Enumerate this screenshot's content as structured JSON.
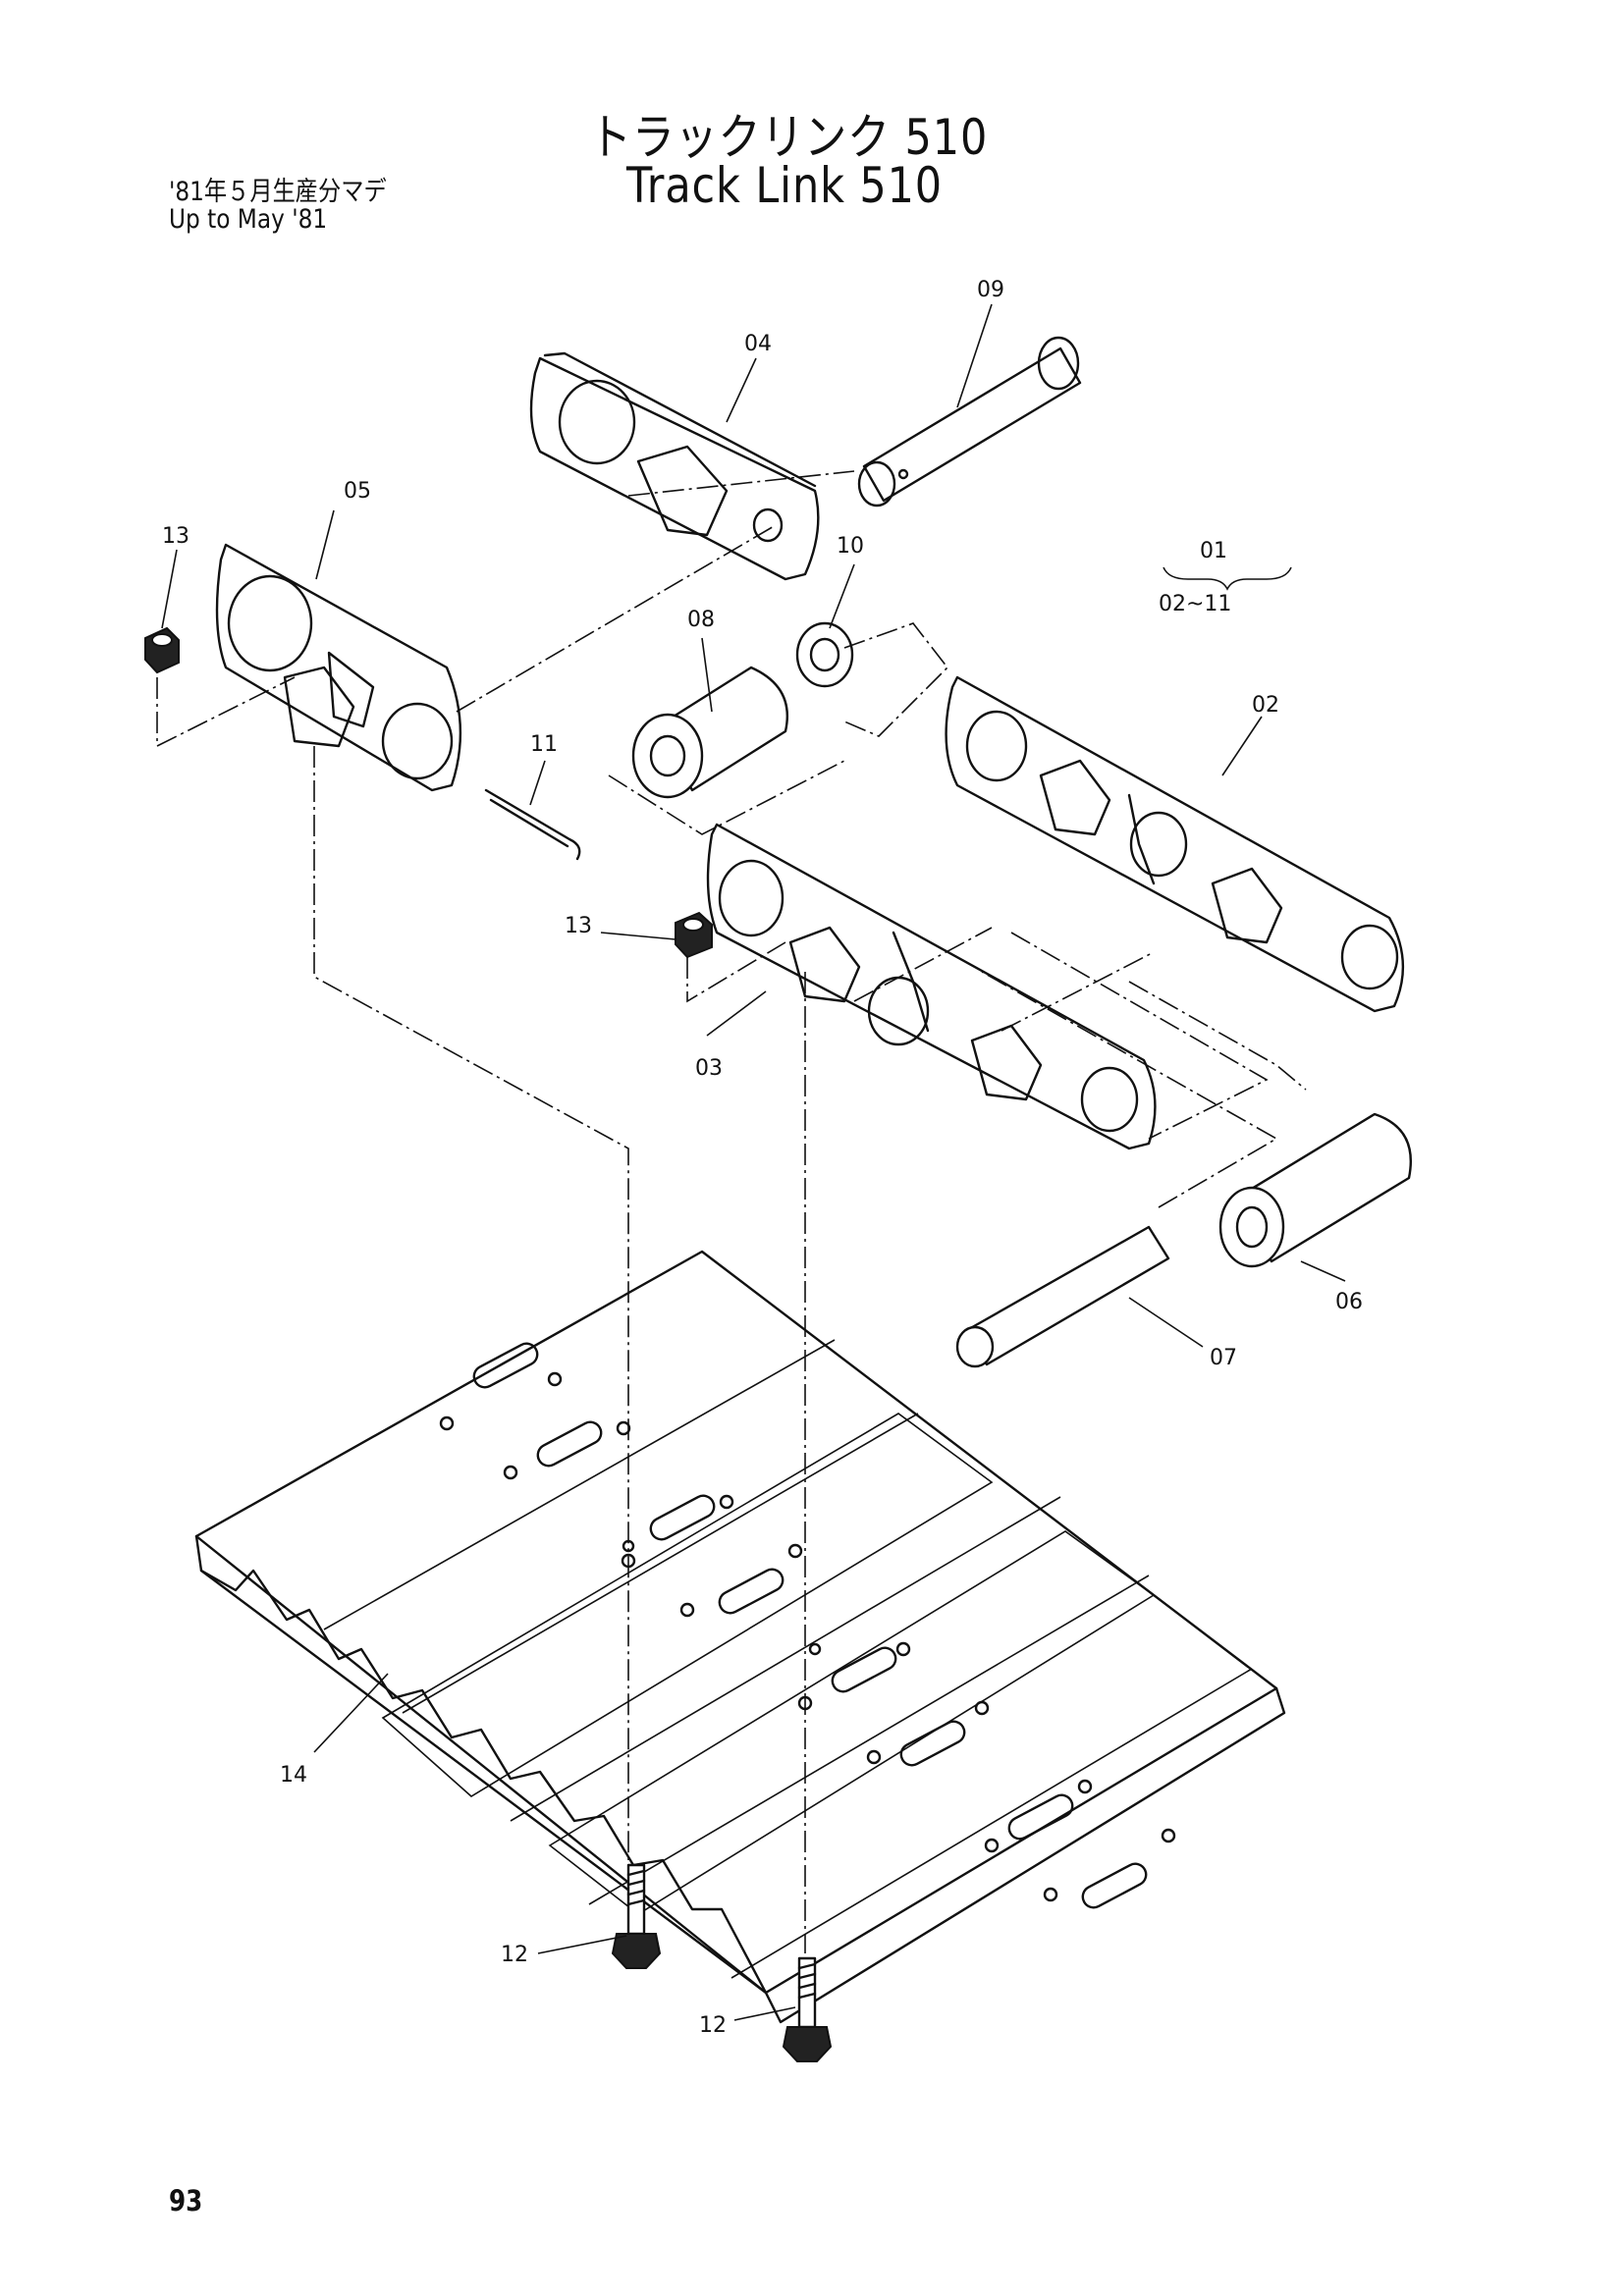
{
  "title": {
    "jp": "トラックリンク 510",
    "en": "Track Link 510"
  },
  "note": {
    "jp": "'81年５月生産分マデ",
    "en": "Up to May '81"
  },
  "assembly": {
    "label": "01",
    "range": "02~11"
  },
  "callouts": [
    {
      "id": "02"
    },
    {
      "id": "03"
    },
    {
      "id": "04"
    },
    {
      "id": "05"
    },
    {
      "id": "06"
    },
    {
      "id": "07"
    },
    {
      "id": "08"
    },
    {
      "id": "09"
    },
    {
      "id": "10"
    },
    {
      "id": "11"
    },
    {
      "id": "12"
    },
    {
      "id": "12"
    },
    {
      "id": "13"
    },
    {
      "id": "13"
    },
    {
      "id": "14"
    }
  ],
  "page_number": "93"
}
